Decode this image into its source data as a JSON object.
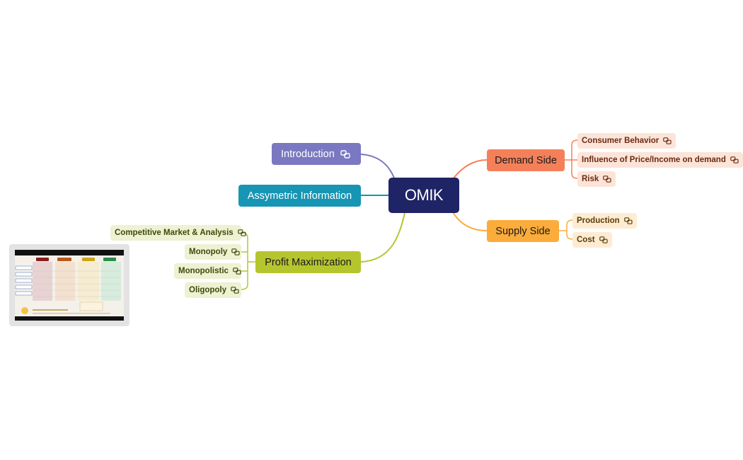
{
  "root": {
    "label": "OMIK"
  },
  "branches": {
    "introduction": {
      "label": "Introduction",
      "color": "#7a78c1"
    },
    "asymmetric": {
      "label": "Assymetric Information",
      "color": "#1795b4"
    },
    "profit": {
      "label": "Profit Maximization",
      "color": "#b5c52e",
      "children": [
        {
          "label": "Competitive Market & Analysis"
        },
        {
          "label": "Monopoly"
        },
        {
          "label": "Monopolistic"
        },
        {
          "label": "Oligopoly"
        }
      ]
    },
    "demand": {
      "label": "Demand Side",
      "color": "#f4805a",
      "children": [
        {
          "label": "Consumer Behavior"
        },
        {
          "label": "Influence of Price/Income on demand"
        },
        {
          "label": "Risk"
        }
      ]
    },
    "supply": {
      "label": "Supply Side",
      "color": "#fbac3a",
      "children": [
        {
          "label": "Production"
        },
        {
          "label": "Cost"
        }
      ]
    }
  },
  "icons": {
    "node_link": "link-copy-icon"
  },
  "thumbnail": {
    "description_icon": "image-thumbnail"
  }
}
